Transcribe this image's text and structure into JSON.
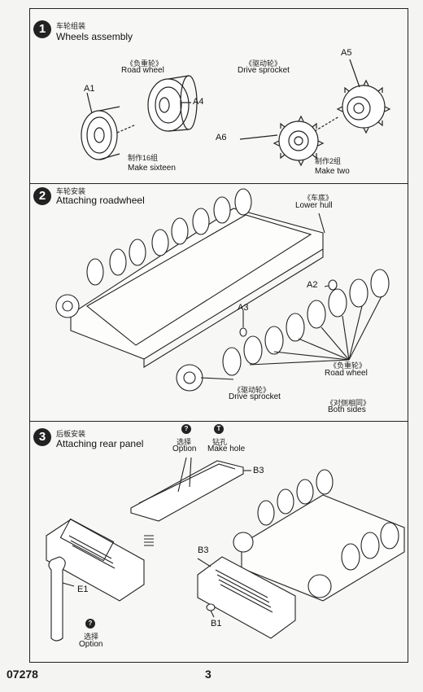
{
  "steps": [
    {
      "number": "1",
      "title_cn": "车轮组装",
      "title_en": "Wheels assembly",
      "road_wheel_cn": "《负重轮》",
      "road_wheel_en": "Road wheel",
      "drive_sprocket_cn": "《驱动轮》",
      "drive_sprocket_en": "Drive sprocket",
      "parts": [
        "A1",
        "A4",
        "A5",
        "A6"
      ],
      "make_sixteen_cn": "制作16组",
      "make_sixteen_en": "Make sixteen",
      "make_two_cn": "制作2组",
      "make_two_en": "Make two"
    },
    {
      "number": "2",
      "title_cn": "车轮安装",
      "title_en": "Attaching roadwheel",
      "lower_hull_cn": "《车底》",
      "lower_hull_en": "Lower hull",
      "parts": [
        "A2",
        "A3"
      ],
      "road_wheel_cn": "《负重轮》",
      "road_wheel_en": "Road wheel",
      "drive_sprocket_cn": "《驱动轮》",
      "drive_sprocket_en": "Drive sprocket",
      "both_sides_cn": "《对侧相同》",
      "both_sides_en": "Both sides"
    },
    {
      "number": "3",
      "title_cn": "后板安装",
      "title_en": "Attaching rear panel",
      "option_cn": "选择",
      "option_en": "Option",
      "make_hole_cn": "钻孔",
      "make_hole_en": "Make hole",
      "parts": [
        "B3",
        "B3",
        "E1",
        "B1"
      ],
      "option2_cn": "选择",
      "option2_en": "Option"
    }
  ],
  "footer": {
    "code": "07278",
    "page": "3"
  },
  "colors": {
    "ink": "#222222",
    "paper": "#f4f4f2"
  }
}
